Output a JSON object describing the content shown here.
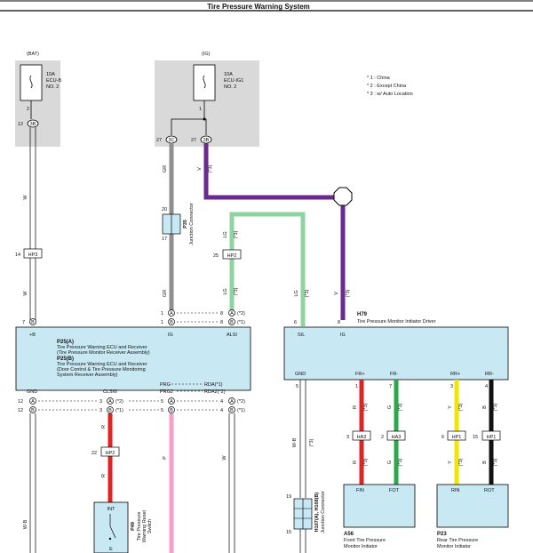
{
  "title": "Tire Pressure Warning System",
  "legend": [
    "* 1 : China",
    "* 2 : Except China",
    "* 3 : w/ Auto Location"
  ],
  "fuses": [
    {
      "source": "(BAT)",
      "rating": "10A",
      "name": "ECU-B",
      "number": "NO. 2",
      "pin": "2",
      "conn_pin": "12",
      "conn": "3B"
    },
    {
      "source": "(IG)",
      "rating": "10A",
      "name": "ECU-IG1",
      "number": "NO. 2",
      "pin": "1",
      "conn_pin_a": "27",
      "conn_a": "3C",
      "conn_pin_b": "27",
      "conn_b": "3B"
    }
  ],
  "wires": {
    "w_left": "W",
    "gr": "GR",
    "v": "V",
    "lg": "LG",
    "w_b": "W-B",
    "r": "R",
    "p": "P",
    "w_mid": "W",
    "g": "G",
    "y": "Y",
    "b": "B",
    "note3": "(*3)"
  },
  "connectors": {
    "hp3_pin": "14",
    "hp3": "HP3",
    "hp2_pin": "25",
    "hp2": "HP2",
    "hp2b_pin": "22",
    "hp2b": "HP2",
    "p35_top": "20",
    "p35_bottom": "17",
    "p35_id": "P35",
    "p35_name": "Junction Connector",
    "ha3_pin_a": "3",
    "ha3_a": "HA3",
    "ha3_pin_b": "2",
    "ha3_b": "HA3",
    "hp1_pin_a": "6",
    "hp1_a": "HP1",
    "hp1_pin_b": "15",
    "hp1_b": "HP1",
    "jc_top": "19",
    "jc_bottom": "15",
    "jc_id": "H107(A), H108(B)",
    "jc_name": "Junction Connector"
  },
  "ecu": {
    "label_a": "P25(A)",
    "name_a": "Tire Pressure Warning ECU and Receiver",
    "name_a2": "(Tire Pressure Monitor Receiver Assembly)",
    "label_b": "P25(B)",
    "name_b": "Tire Pressure Warning ECU and Receiver",
    "name_b2": "(Door Control & Tire Pressure Monitoring",
    "name_b3": "System Receiver Assembly)",
    "pin_b_pos": "+B",
    "pin_ig": "IG",
    "pin_alsi": "ALSI",
    "pin_gnd": "GND",
    "pin_clsw": "CLSW",
    "pin_prg": "PRG",
    "pin_prg2": "PRG2",
    "pin_rda": "RDA(*1)",
    "pin_rda2": "RDA2(*2)",
    "top_left_num": "7",
    "top_left_conn": "B",
    "ig_num1": "1",
    "ig_conn1": "A",
    "ig_num2": "1",
    "ig_conn2": "B",
    "alsi_num1": "8",
    "alsi_conn1": "A",
    "alsi_note1": "(*2)",
    "alsi_num2": "8",
    "alsi_conn2": "B",
    "alsi_note2": "(*1)",
    "gnd_num1": "12",
    "gnd_conn1": "A",
    "gnd_num2": "12",
    "gnd_conn2": "B",
    "clsw_num1": "3",
    "clsw_conn1": "A",
    "clsw_note1": "(*2)",
    "clsw_num2": "3",
    "clsw_conn2": "B",
    "clsw_note2": "(*1)",
    "prg_num1": "5",
    "prg_conn1": "A",
    "prg_num2": "5",
    "prg_conn2": "B",
    "rda_num1": "4",
    "rda_conn1": "A",
    "rda_note1": "(*2)",
    "rda_num2": "4",
    "rda_conn2": "B",
    "rda_note2": "(*1)"
  },
  "initiator": {
    "id": "H79",
    "name": "Tire Pressure Monitor Initiator Driver",
    "pin_sil": "SIL",
    "pin_ig": "IG",
    "pin_gnd": "GND",
    "pin_frp": "FR+",
    "pin_frm": "FR-",
    "pin_rrp": "RR+",
    "pin_rrm": "RR-",
    "sil_num": "6",
    "ig_num": "8",
    "gnd_num": "5",
    "frp_num": "1",
    "frm_num": "7",
    "rrp_num": "3",
    "rrm_num": "4"
  },
  "front_initiator": {
    "id": "A56",
    "name": "Front Tire Pressure",
    "name2": "Monitor Initiator",
    "pin_a": "FIN",
    "pin_b": "FOT"
  },
  "rear_initiator": {
    "id": "P23",
    "name": "Rear Tire Pressure",
    "name2": "Monitor Initiator",
    "pin_a": "RIN",
    "pin_b": "ROT"
  },
  "switch": {
    "label": "INT",
    "label2": "E",
    "id": "P49",
    "name": "Tire Pressure",
    "name2": "Warning Reset",
    "name3": "Switch"
  },
  "colors": {
    "fuse_box": "#d9d9d9",
    "ecu_fill": "#c8e8f4",
    "gray": "#8f8f8f",
    "purple": "#6a2a8e",
    "light_green": "#8fd4a0",
    "red": "#e02424",
    "pink": "#f4a0c8",
    "green": "#2aa84a",
    "yellow": "#f2e600",
    "black": "#111111"
  }
}
